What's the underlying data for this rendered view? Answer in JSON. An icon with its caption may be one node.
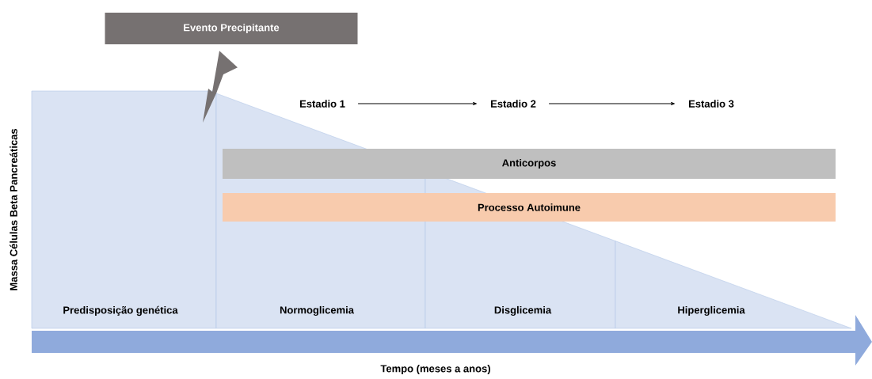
{
  "diagram": {
    "nodes": [
      {
        "text": [
          "Evento Precipitante"
        ]
      },
      {
        "text": [
          "Predisposição genética"
        ]
      },
      {
        "text": [
          "Normoglicemia"
        ]
      },
      {
        "text": [
          "Disglicemia"
        ]
      },
      {
        "text": [
          "Hiperglicemia"
        ]
      },
      {
        "text": [
          "Anticorpos"
        ]
      },
      {
        "text": [
          "Processo Autoimune"
        ]
      },
      {
        "text": [
          "Estadio 1"
        ]
      },
      {
        "text": [
          "Estadio 2"
        ]
      },
      {
        "text": [
          "Estadio 3"
        ]
      }
    ],
    "edges": [
      {
        "from": 7,
        "to": 8,
        "arrow": "to"
      },
      {
        "from": 8,
        "to": 9,
        "arrow": "to"
      },
      {
        "from": 0,
        "to": 2,
        "arrow": "to"
      }
    ],
    "labels": [
      "Massa Células Beta Pancreáticas",
      "Tempo (meses a anos)"
    ]
  }
}
